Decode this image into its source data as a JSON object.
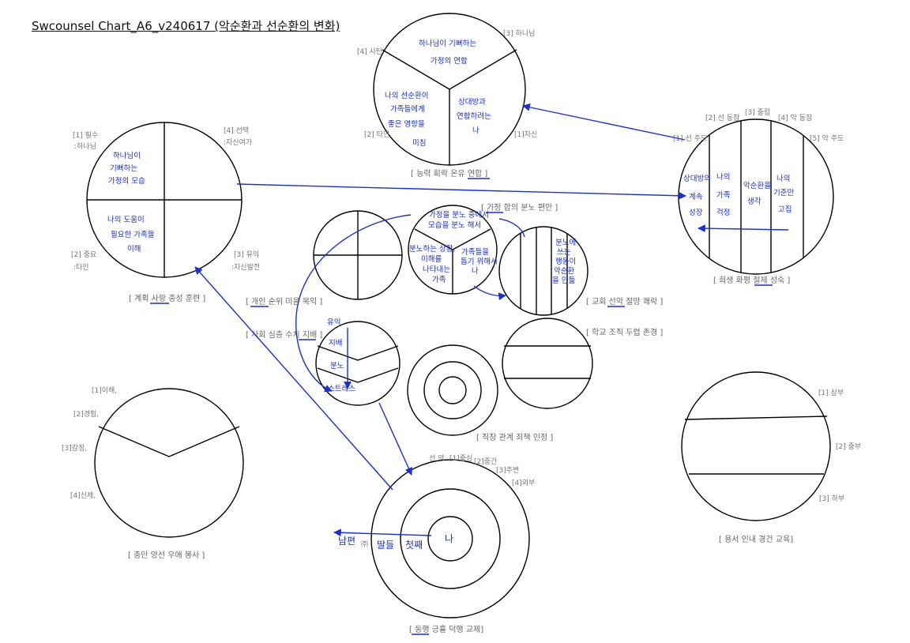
{
  "title": "Swcounsel Chart_A6_v240617 (악순환과 선순환의 변화)",
  "captions": {
    "top": "[ 능력 회락 온유 연합 ]",
    "left_plan": "[ 계획 사랑 충성 훈련 ]",
    "right_sacrifice": "[ 희생 화평 절제 성숙 ]",
    "mid_family": "[ 가정 합의 분노 편안 ]",
    "mid_personal": "[ 개인 순위 미움 목익 ]",
    "mid_society": "[ 사회 심층 수치 지배 ]",
    "mid_church": "[ 교회 선악 절망 쾌락 ]",
    "mid_school": "[ 학교 조직 두렵 존경 ]",
    "mid_work": "[ 직장 관계 죄책 인정 ]",
    "bottom_left": "[ 충만 양선 우애 봉사 ]",
    "bottom_center": "[ 동행 긍휼 덕행 교제]",
    "bottom_right": "[ 용서 인내 경건 교육]"
  },
  "top_circle": {
    "labels": {
      "god": "[3] 하나님",
      "satan": "[4] 사탄",
      "others": "[2] 타인",
      "self": "[1]자신"
    },
    "notes": {
      "top": [
        "하나님이 기뻐하는",
        "가정의 연합"
      ],
      "left": [
        "나의 선순환이",
        "가족들에게",
        "좋은 영향을",
        "미침"
      ],
      "right": [
        "상대방과",
        "연합하려는",
        "나"
      ]
    }
  },
  "left_circle": {
    "labels": {
      "l1a": "[1] 필수",
      "l1b": ":하나님",
      "l4a": "[4] 선택",
      "l4b": ":자신여가",
      "l2a": "[2] 중요",
      "l2b": ":타인",
      "l3a": "[3] 유익",
      "l3b": ":자신발전"
    },
    "notes": {
      "q1": [
        "하나님이",
        "기뻐하는",
        "가정의 모습"
      ],
      "q3": [
        "나의 도움이",
        "필요한 가족들",
        "이해"
      ]
    }
  },
  "right_circle": {
    "labels": {
      "r1": "[1] 선 주도",
      "r2": "[2] 선 동참",
      "r3": "[3] 중립",
      "r4": "[4] 악 동참",
      "r5": "[5] 악 주도"
    },
    "notes": {
      "c1": [
        "상대방의",
        "계속",
        "성장"
      ],
      "c2": [
        "나의",
        "가족",
        "걱정"
      ],
      "c3": [
        "악순환을",
        "생각"
      ],
      "c4": [
        "나의",
        "기준만",
        "고집"
      ]
    }
  },
  "family_circle": {
    "notes": {
      "top": [
        "가정을 분노 중에서",
        "모습을 분노 해서"
      ],
      "left": [
        "분노하는 상황,",
        "이해를",
        "나타내는",
        "가족"
      ],
      "right": [
        "가족들을",
        "돕기 위해서",
        "나"
      ]
    }
  },
  "church_note": [
    "분노에",
    "쓰는",
    "행동이",
    "악순환",
    "을 만듦"
  ],
  "society_notes": [
    "유익",
    "지배",
    "분노",
    "스트레스"
  ],
  "bottom_left_labels": [
    "[1]이해,",
    "[2]경험,",
    "[3]감정,",
    "[4]신체,"
  ],
  "bottom_center": {
    "labels": {
      "top": "선  악",
      "l1": "[1]중심",
      "l2": "[2]중간",
      "l3": "[3]주변",
      "l4": "[4]외부"
    },
    "notes": {
      "center": "나",
      "ring1": "첫째",
      "ring2": "딸들",
      "outer": "남편",
      "mark": "㈜"
    }
  },
  "bottom_right_labels": [
    "[1] 상부",
    "[2] 중부",
    "[3] 하부"
  ],
  "colors": {
    "ink": "#000000",
    "pen": "#1a2fd6",
    "label": "#777777"
  }
}
